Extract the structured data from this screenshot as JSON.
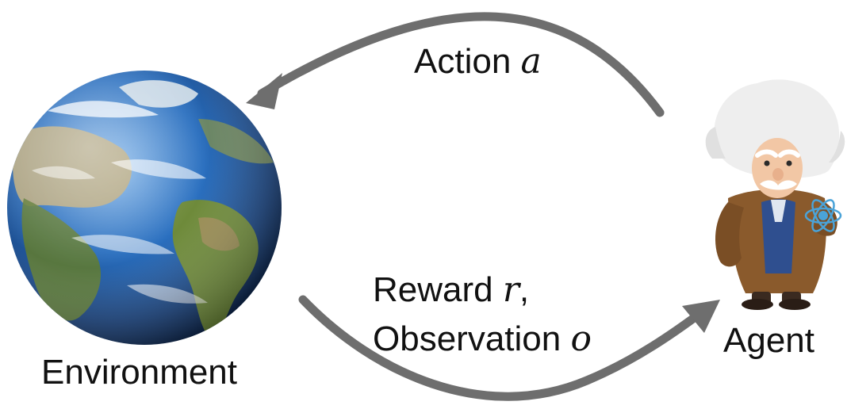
{
  "labels": {
    "action": "Action",
    "action_var": "a",
    "reward": "Reward",
    "reward_var": "r",
    "reward_suffix": ",",
    "observation": "Observation",
    "observation_var": "o",
    "environment": "Environment",
    "agent": "Agent"
  },
  "icons": {
    "environment": "earth-globe-icon",
    "agent": "einstein-agent-icon"
  },
  "colors": {
    "arrow": "#6e6e6e",
    "ocean": "#1f5fa8",
    "land": "#6e8a3a",
    "hair": "#e6e6e6",
    "coat": "#8a5a2c",
    "vest": "#2f4f8f"
  }
}
